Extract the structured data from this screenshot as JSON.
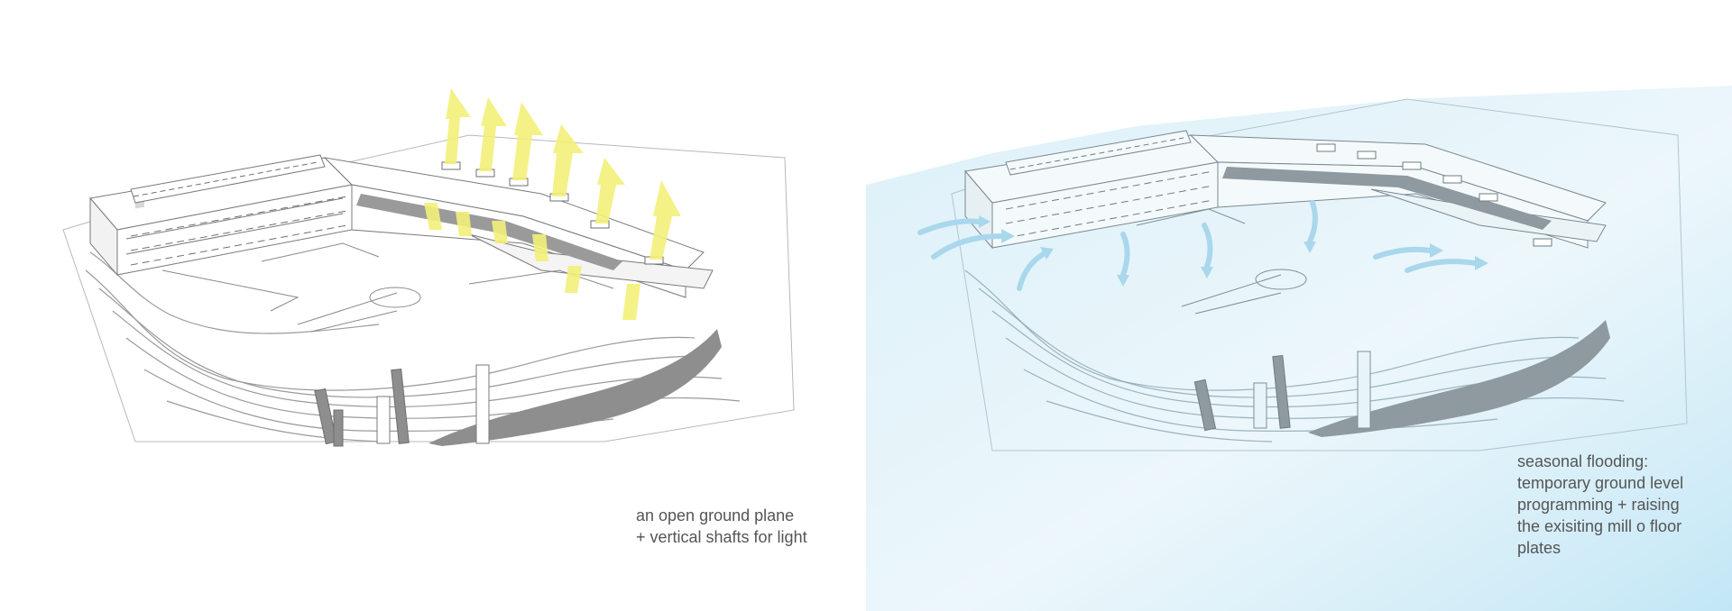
{
  "captions": {
    "left": "an open ground plane\n+ vertical shafts for light",
    "right": "seasonal flooding:\ntemporary ground level\nprogramming + raising\nthe exisiting mill o floor\nplates"
  },
  "colors": {
    "background": "#ffffff",
    "line": "#7a7a7a",
    "shadow": "#8e8e8e",
    "light_shaft": "#f3ef7a",
    "flood_water": "#c4e6f4",
    "flow_arrow": "#b7dff0",
    "caption_text": "#555555"
  },
  "icons": {
    "light": "light-shaft-arrow",
    "flow": "water-flow-arrow"
  }
}
